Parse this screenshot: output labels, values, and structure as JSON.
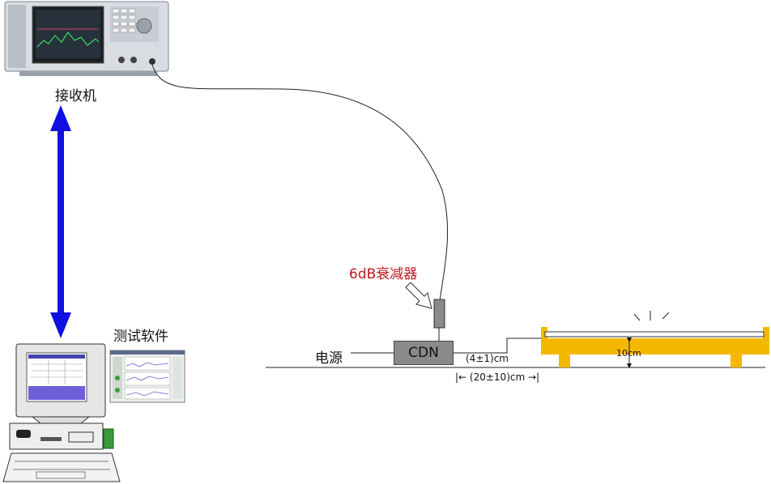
{
  "labels": {
    "receiver": "接收机",
    "software": "测试软件",
    "attenuator": "6dB衰减器",
    "power": "电源",
    "cdn": "CDN",
    "dim_cable": "(4±1)cm",
    "dim_distance": "|← (20±10)cm →|",
    "dim_height": "10cm"
  },
  "colors": {
    "link_arrow": "#1010e0",
    "attenuator_label": "#c0171f",
    "table": "#f5b800",
    "cdn_box": "#8a8a8a"
  },
  "icons": {
    "receiver": "spectrum-analyzer-icon",
    "pc": "desktop-computer-icon",
    "software": "software-screenshot-icon",
    "lamp": "fluorescent-lamp-icon"
  }
}
